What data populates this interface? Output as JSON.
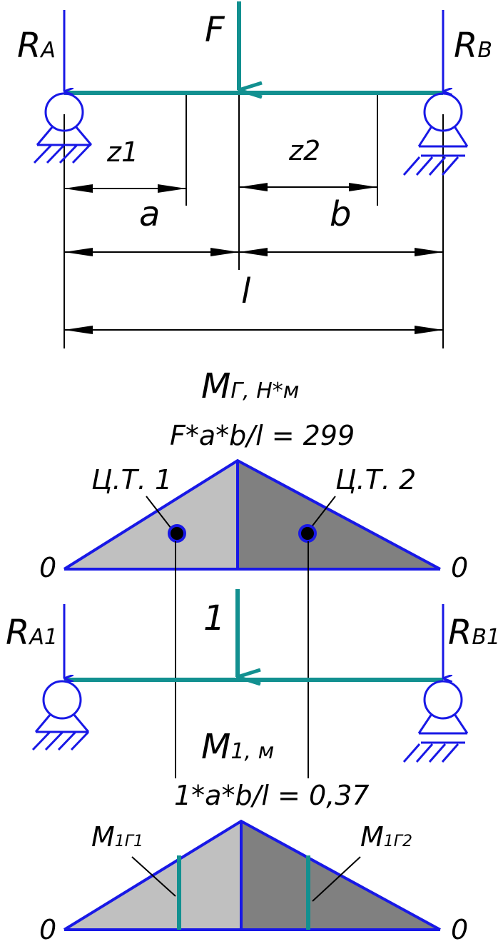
{
  "colors": {
    "beam": "#129090",
    "blue": "#1818e6",
    "light_fill": "#c0c0c0",
    "dark_fill": "#808080",
    "black": "#000000"
  },
  "top_scheme": {
    "ra_main": "R",
    "ra_sub": "A",
    "rb_main": "R",
    "rb_sub": "B",
    "force": "F",
    "z1": "z1",
    "z2": "z2",
    "a": "a",
    "b": "b",
    "l": "l"
  },
  "moment_diagram": {
    "title_main": "M",
    "title_sub": "Г",
    "title_unit": ", Н*м",
    "peak": "F*a*b/l = 299",
    "left_zero": "0",
    "right_zero": "0",
    "ct1": "Ц.Т. 1",
    "ct2": "Ц.Т. 2"
  },
  "unit_scheme": {
    "ra_main": "R",
    "ra_sub": "A1",
    "rb_main": "R",
    "rb_sub": "B1",
    "force": "1"
  },
  "unit_moment_diagram": {
    "title_main": "M",
    "title_sub": "1",
    "title_unit": ", м",
    "peak": "1*a*b/l = 0,37",
    "left_zero": "0",
    "right_zero": "0",
    "m1g1_main": "M",
    "m1g1_sub": "1Г1",
    "m1g2_main": "M",
    "m1g2_sub": "1Г2"
  }
}
